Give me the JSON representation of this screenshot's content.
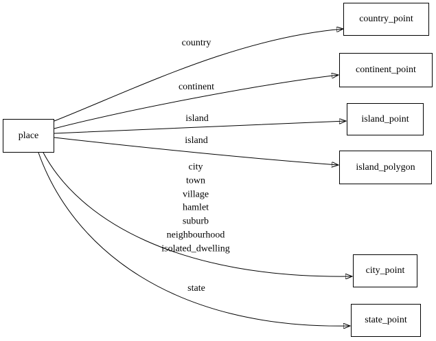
{
  "diagram": {
    "type": "directed-graph",
    "colors": {
      "background": "#ffffff",
      "node_fill": "#ffffff",
      "node_border": "#000000",
      "edge_line": "#000000",
      "text": "#000000"
    },
    "nodes": {
      "place": {
        "label": "place"
      },
      "country_point": {
        "label": "country_point"
      },
      "continent_point": {
        "label": "continent_point"
      },
      "island_point": {
        "label": "island_point"
      },
      "island_polygon": {
        "label": "island_polygon"
      },
      "city_point": {
        "label": "city_point"
      },
      "state_point": {
        "label": "state_point"
      }
    },
    "edges": [
      {
        "from": "place",
        "to": "country_point",
        "label": "country"
      },
      {
        "from": "place",
        "to": "continent_point",
        "label": "continent"
      },
      {
        "from": "place",
        "to": "island_point",
        "label": "island"
      },
      {
        "from": "place",
        "to": "island_polygon",
        "label": "island"
      },
      {
        "from": "place",
        "to": "city_point",
        "label": "city\ntown\nvillage\nhamlet\nsuburb\nneighbourhood\nisolated_dwelling"
      },
      {
        "from": "place",
        "to": "state_point",
        "label": "state"
      }
    ]
  }
}
